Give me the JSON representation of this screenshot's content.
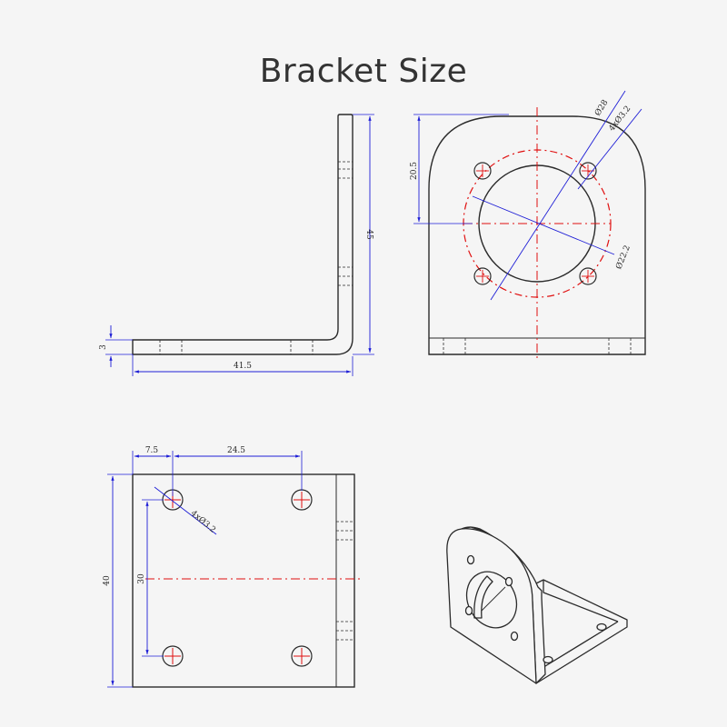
{
  "title": "Bracket Size",
  "colors": {
    "background": "#f5f5f5",
    "outline": "#2b2b2b",
    "dimension": "#1f1fd6",
    "centerline": "#e01010"
  },
  "side_view": {
    "height_label": "45",
    "thickness_label": "3",
    "length_label": "41.5"
  },
  "front_view": {
    "height_label": "20.5",
    "outer_circle_label": "Ø28",
    "hole_label": "4xØ3.2",
    "center_hole_label": "Ø22.2"
  },
  "bottom_view": {
    "edge_offset_label": "7.5",
    "hole_spacing_x_label": "24.5",
    "hole_label": "4xØ3.2",
    "height_label": "40",
    "hole_spacing_y_label": "30"
  }
}
